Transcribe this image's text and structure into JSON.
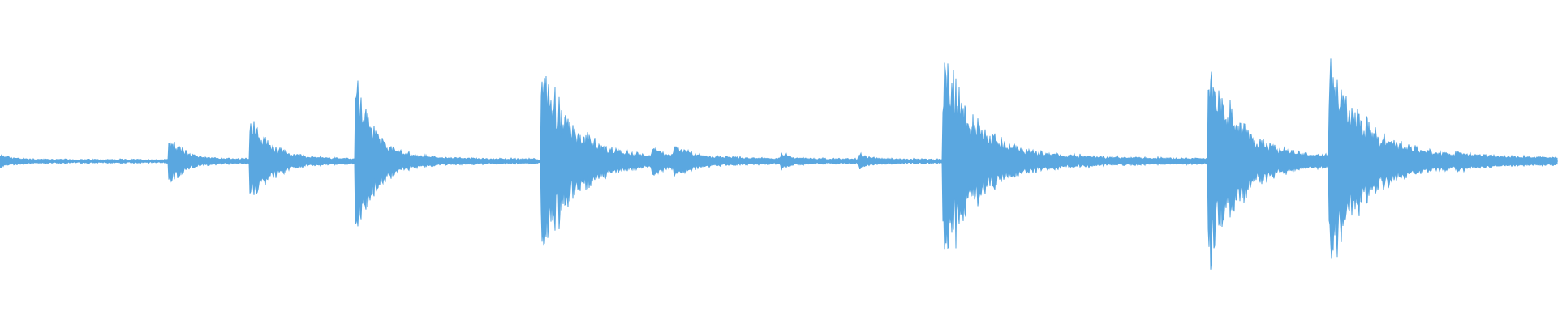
{
  "waveform": {
    "color": "#5aa7e0",
    "baseline_noise": 0.015,
    "events": [
      {
        "t": 0.0,
        "amp": 0.05,
        "decay": 0.01
      },
      {
        "t": 0.11,
        "amp": 0.2,
        "decay": 0.01
      },
      {
        "t": 0.162,
        "amp": 0.4,
        "decay": 0.012
      },
      {
        "t": 0.23,
        "amp": 0.75,
        "decay": 0.01
      },
      {
        "t": 0.349,
        "amp": 0.9,
        "decay": 0.018
      },
      {
        "t": 0.42,
        "amp": 0.08,
        "decay": 0.008
      },
      {
        "t": 0.434,
        "amp": 0.1,
        "decay": 0.01
      },
      {
        "t": 0.503,
        "amp": 0.05,
        "decay": 0.006
      },
      {
        "t": 0.553,
        "amp": 0.05,
        "decay": 0.006
      },
      {
        "t": 0.607,
        "amp": 0.95,
        "decay": 0.02
      },
      {
        "t": 0.777,
        "amp": 0.92,
        "decay": 0.018
      },
      {
        "t": 0.855,
        "amp": 0.97,
        "decay": 0.02
      },
      {
        "t": 0.936,
        "amp": 0.03,
        "decay": 0.006
      }
    ]
  }
}
